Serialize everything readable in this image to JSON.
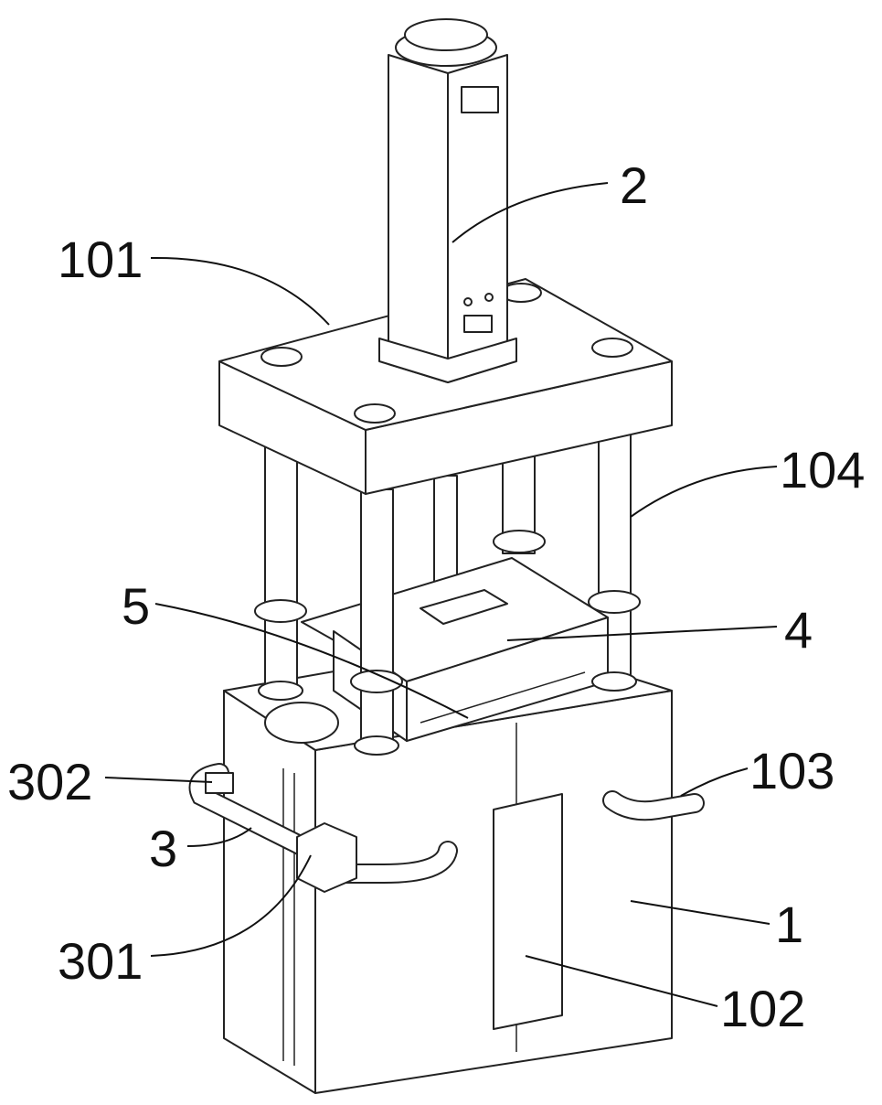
{
  "figure": {
    "labels": {
      "l2": "2",
      "l101": "101",
      "l104": "104",
      "l5": "5",
      "l4": "4",
      "l302": "302",
      "l103": "103",
      "l3": "3",
      "l1": "1",
      "l301": "301",
      "l102": "102"
    },
    "line_color": "#222222",
    "background": "#ffffff"
  }
}
